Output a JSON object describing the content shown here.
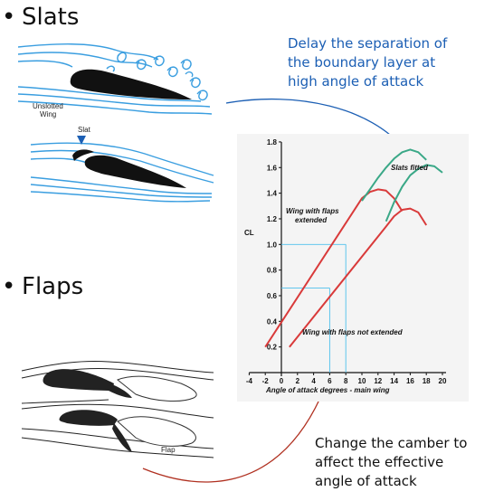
{
  "bullets": {
    "slats": "Slats",
    "flaps": "Flaps",
    "marker": "•"
  },
  "callouts": {
    "slats_note": [
      "Delay the separation of",
      "the boundary layer at",
      "high angle of attack"
    ],
    "flaps_note": [
      "Change the camber to",
      "affect the effective",
      "angle of attack"
    ]
  },
  "figures": {
    "unslotted_label": [
      "Unslotted",
      "Wing"
    ],
    "slat_label": "Slat",
    "flap_label_partial": "Flap"
  },
  "colors": {
    "blue_text": "#1c5fb4",
    "red_line": "#d93a3a",
    "teal_line": "#3aa887",
    "airflow": "#3a9ee0",
    "red_arrow": "#b03020",
    "blue_arrow": "#1c5fb4"
  },
  "chart_data": {
    "type": "line",
    "xlabel": "Angle of attack degrees - main wing",
    "ylabel": "CL",
    "xlim": [
      -4,
      20
    ],
    "ylim": [
      0,
      1.8
    ],
    "xticks": [
      "-4",
      "-2",
      "0",
      "2",
      "4",
      "6",
      "8",
      "10",
      "12",
      "14",
      "16",
      "18",
      "20"
    ],
    "yticks": [
      "0.2",
      "0.4",
      "0.6",
      "0.8",
      "1.0",
      "1.2",
      "1.4",
      "1.6",
      "1.8"
    ],
    "series": [
      {
        "name": "Wing with flaps extended",
        "color": "#d93a3a",
        "x": [
          -2,
          10,
          11,
          12,
          13,
          14,
          15
        ],
        "y": [
          0.2,
          1.36,
          1.41,
          1.43,
          1.42,
          1.36,
          1.26
        ]
      },
      {
        "name": "Wing with flaps not extended",
        "color": "#d93a3a",
        "x": [
          1,
          13,
          14,
          15,
          16,
          17,
          18
        ],
        "y": [
          0.2,
          1.14,
          1.22,
          1.27,
          1.28,
          1.25,
          1.15
        ]
      },
      {
        "name": "Slats fitted",
        "color": "#3aa887",
        "x": [
          10,
          11,
          12,
          13,
          14,
          15,
          16,
          17,
          18
        ],
        "y": [
          1.34,
          1.43,
          1.52,
          1.6,
          1.67,
          1.72,
          1.74,
          1.72,
          1.66
        ]
      },
      {
        "name": "Slats fitted",
        "color": "#3aa887",
        "x": [
          13,
          14,
          15,
          16,
          17,
          18,
          19,
          20
        ],
        "y": [
          1.18,
          1.33,
          1.45,
          1.54,
          1.59,
          1.62,
          1.61,
          1.56
        ]
      }
    ],
    "annotations": [
      "Slats fitted",
      "Wing with flaps",
      "extended",
      "Wing with flaps not extended"
    ],
    "guides": {
      "x": [
        6,
        8
      ],
      "y": [
        0.66,
        1.0
      ]
    },
    "grid": false
  }
}
